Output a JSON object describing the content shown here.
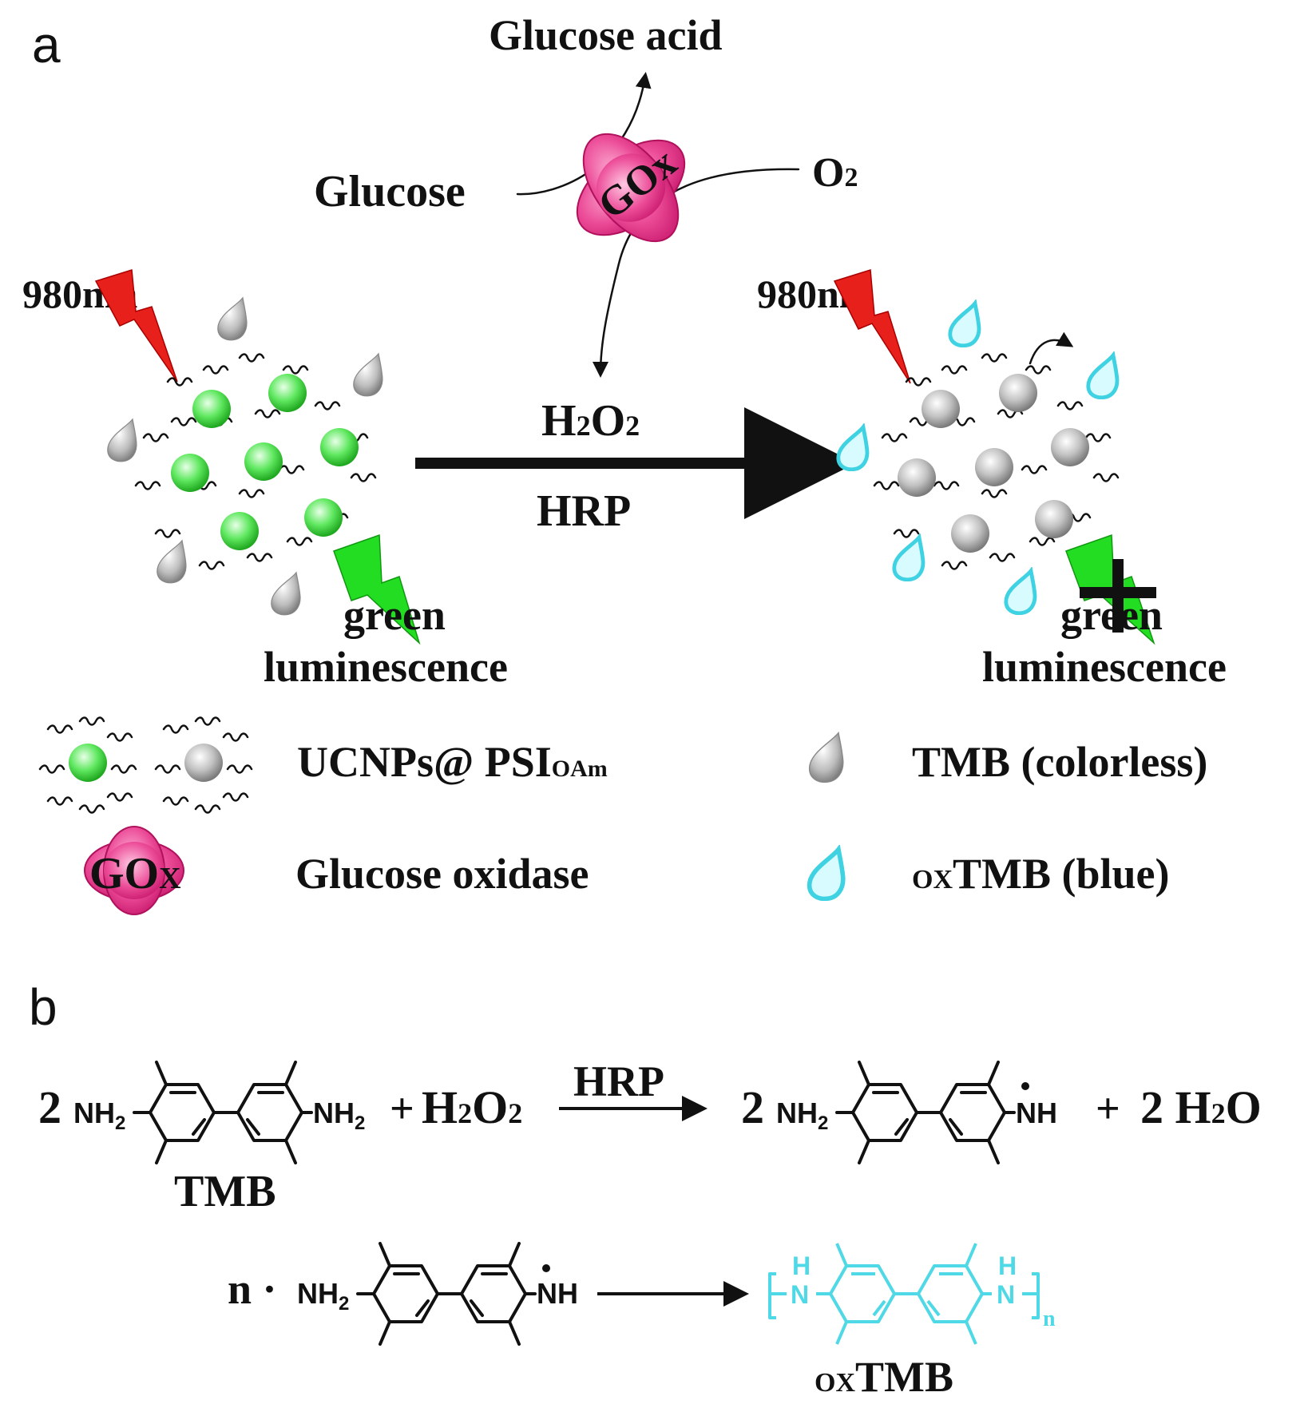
{
  "panel_a": {
    "label": "a",
    "glucose_acid": "Glucose acid",
    "glucose": "Glucose",
    "gox_enzyme": "GOx",
    "o2_main": "O",
    "o2_sub": "2",
    "h2o2_h": "H",
    "h2o2_2a": "2",
    "h2o2_o": "O",
    "h2o2_2b": "2",
    "hrp": "HRP",
    "laser_left": "980nm",
    "laser_right": "980nm",
    "green_left": "green",
    "lum_left": "luminescence",
    "green_right": "green",
    "lum_right": "luminescence",
    "legend": {
      "ucnp_main": "UCNPs@ PSI",
      "ucnp_sub": "OAm",
      "gox_main": "GO",
      "gox_sub": "X",
      "gox_desc": "Glucose oxidase",
      "tmb_desc": "TMB (colorless)",
      "oxtmb_prefix": "OX",
      "oxtmb_desc": "TMB (blue)"
    }
  },
  "panel_b": {
    "label": "b",
    "coef_left": "2",
    "nh2_left": "NH",
    "nh2_sub": "2",
    "nh2_right": "NH",
    "plus": "+",
    "h2o2_h": "H",
    "h2o2_2a": "2",
    "h2o2_o": "O",
    "h2o2_2b": "2",
    "hrp": "HRP",
    "tmb_label": "TMB",
    "coef_prod": "2",
    "nh_radical": "NH",
    "plus2": "+",
    "h2o_coef": "2",
    "h2o_h": "H",
    "h2o_2": "2",
    "h2o_o": "O",
    "n_prefix": "n ·",
    "poly_h": "H",
    "poly_n": "N",
    "poly_n_sub": "n",
    "oxtmb_prefix": "OX",
    "oxtmb_main": "TMB"
  },
  "colors": {
    "ucnp_green": "#5fe85f",
    "quenched_gray": "#b5b5b5",
    "gox_pink": "#e8338a",
    "laser_red": "#e8201c",
    "lum_green": "#22dd22",
    "oxtmb_cyan": "#4fd9e6"
  }
}
